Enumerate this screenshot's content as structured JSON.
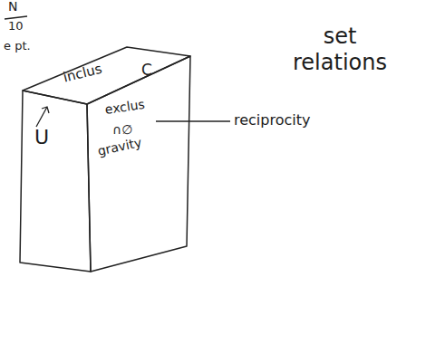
{
  "diagram": {
    "title": "set relations",
    "nodes": [
      {
        "text": [
          "inclus",
          "C"
        ]
      },
      {
        "text": [
          "U"
        ]
      },
      {
        "text": [
          "exclus",
          "∩∅",
          "gravity"
        ]
      }
    ],
    "labels": [
      "N",
      "10",
      "e pt.",
      "reciprocity"
    ]
  }
}
